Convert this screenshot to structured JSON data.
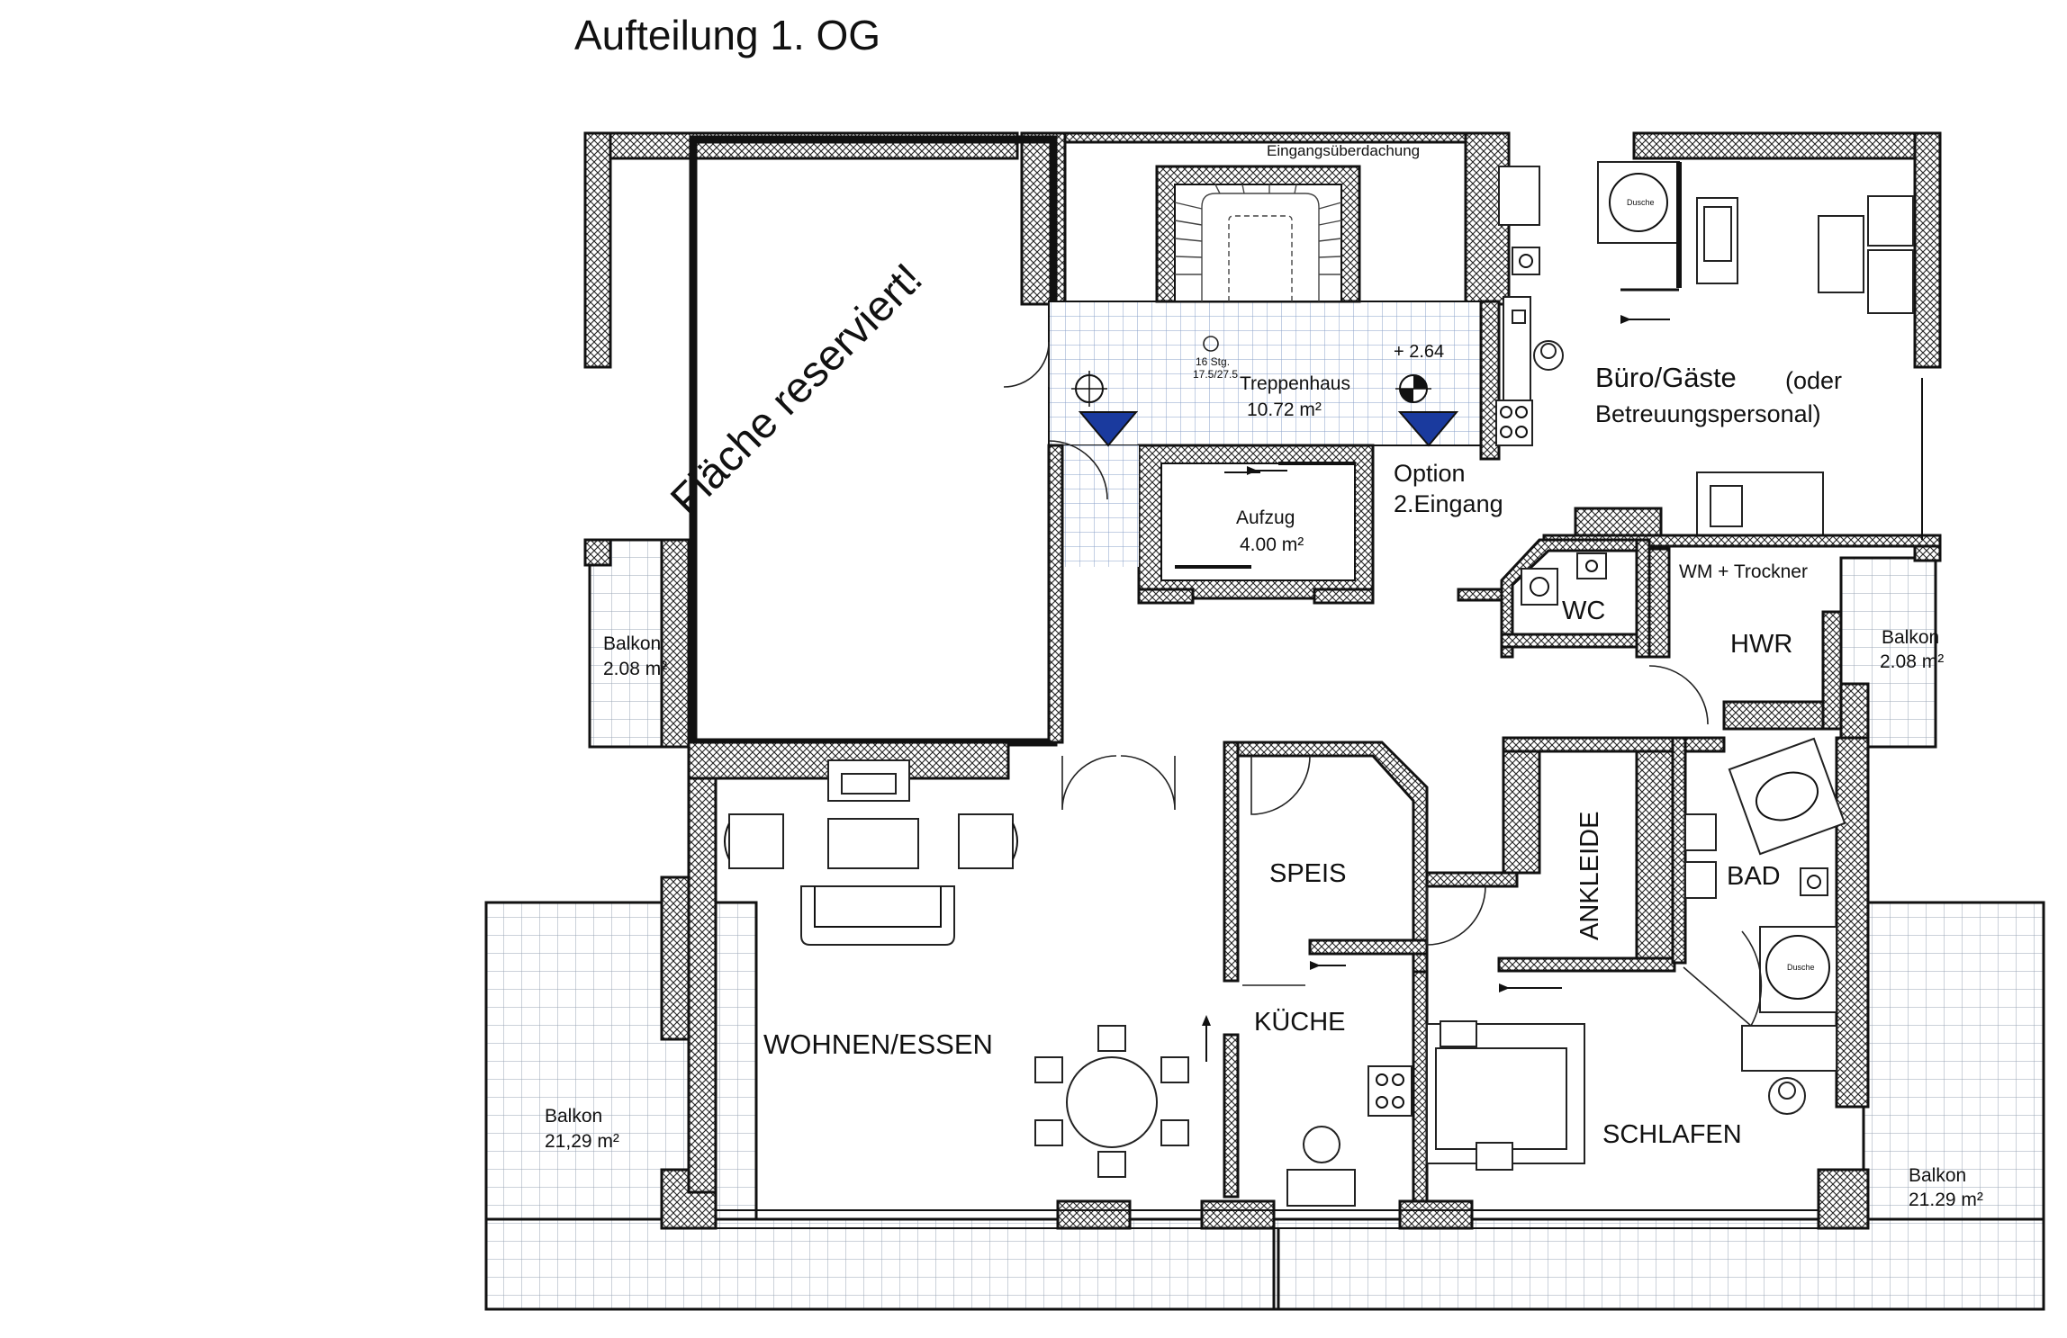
{
  "title": "Aufteilung 1. OG",
  "overlay_text": "Fläche reserviert!",
  "labels": {
    "eingang": "Eingangsüberdachung",
    "treppe_steps": "16 Stg.",
    "treppe_dims": "17.5/27.5",
    "treppe_level": "+ 2.64",
    "treppe_name": "Treppenhaus",
    "treppe_area": "10.72 m²",
    "aufzug_name": "Aufzug",
    "aufzug_area": "4.00 m²",
    "option_1": "Option",
    "option_2": "2.Eingang",
    "buero_1": "Büro/Gäste",
    "buero_1b": "(oder",
    "buero_2": "Betreuungspersonal)",
    "wm": "WM + Trockner",
    "wc": "WC",
    "hwr": "HWR",
    "balkon_left_name": "Balkon",
    "balkon_left_area": "2.08 m²",
    "balkon_right_name": "Balkon",
    "balkon_right_area": "2.08 m²",
    "speis": "SPEIS",
    "ankleide": "ANKLEIDE",
    "bad": "BAD",
    "wohnen": "WOHNEN/ESSEN",
    "kueche": "KÜCHE",
    "schlafen": "SCHLAFEN",
    "balkon_bl_name": "Balkon",
    "balkon_bl_area": "21,29 m²",
    "balkon_br_name": "Balkon",
    "balkon_br_area": "21.29 m²",
    "dusche_1": "Dusche",
    "dusche_2": "Dusche"
  },
  "colors": {
    "marker_blue": "#1a3a9e",
    "wall": "#111111",
    "background": "#ffffff"
  },
  "icons": [
    "stair-icon",
    "elevator-marker-icon",
    "level-marker-icon",
    "door-swing-icon",
    "bed-icon",
    "bathtub-icon",
    "shower-icon",
    "toilet-icon",
    "sink-icon",
    "stove-icon",
    "sofa-icon",
    "dining-table-icon",
    "chair-icon",
    "person-icon"
  ]
}
